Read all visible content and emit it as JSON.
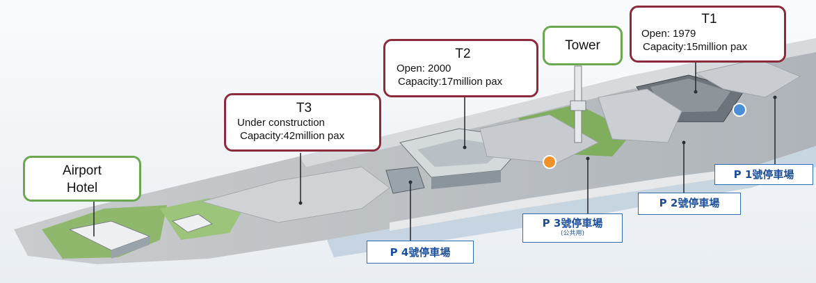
{
  "labels": {
    "airport_hotel": "Airport Hotel",
    "t3": {
      "title": "T3",
      "line1": "Under construction",
      "line2": "Capacity:42million pax"
    },
    "t2": {
      "title": "T2",
      "line1": "Open: 2000",
      "line2": "Capacity:17million pax"
    },
    "tower": "Tower",
    "t1": {
      "title": "T1",
      "line1": "Open: 1979",
      "line2": "Capacity:15million pax"
    }
  },
  "parking": {
    "p1": "P 1號停車場",
    "p2": "P 2號停車場",
    "p3": "P 3號停車場",
    "p3_sub": "(公共用)",
    "p4": "P 4號停車場"
  },
  "colors": {
    "terminal_border": "#8b2a3b",
    "landmark_border": "#6aa84f",
    "parking_text": "#1d4f9a",
    "parking_border": "#2e6bb0"
  }
}
